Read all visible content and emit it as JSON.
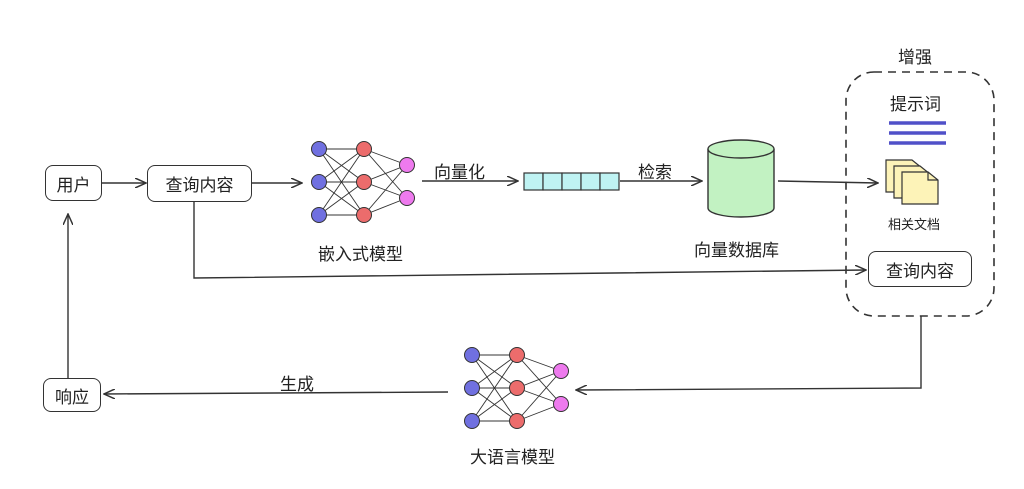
{
  "nodes": {
    "user": "用户",
    "query": "查询内容",
    "embedding_model": "嵌入式模型",
    "vectorize": "向量化",
    "retrieve": "检索",
    "vector_db": "向量数据库",
    "augment": "增强",
    "prompt": "提示词",
    "related_docs": "相关文档",
    "query_aug": "查询内容",
    "llm": "大语言模型",
    "generate": "生成",
    "response": "响应"
  },
  "colors": {
    "stroke": "#333333",
    "neuron_input": "#7070e0",
    "neuron_hidden": "#ec6c6c",
    "neuron_output": "#ee7aee",
    "vector_fill": "#bff3f3",
    "db_fill": "#c2f2c2",
    "prompt_lines": "#5050c8",
    "doc_fill": "#fdf3b8"
  },
  "icons": {
    "embedding_net": "neural-network-icon",
    "llm_net": "neural-network-icon",
    "vector": "vector-cells-icon",
    "database": "database-icon",
    "prompt": "prompt-lines-icon",
    "documents": "documents-icon"
  }
}
